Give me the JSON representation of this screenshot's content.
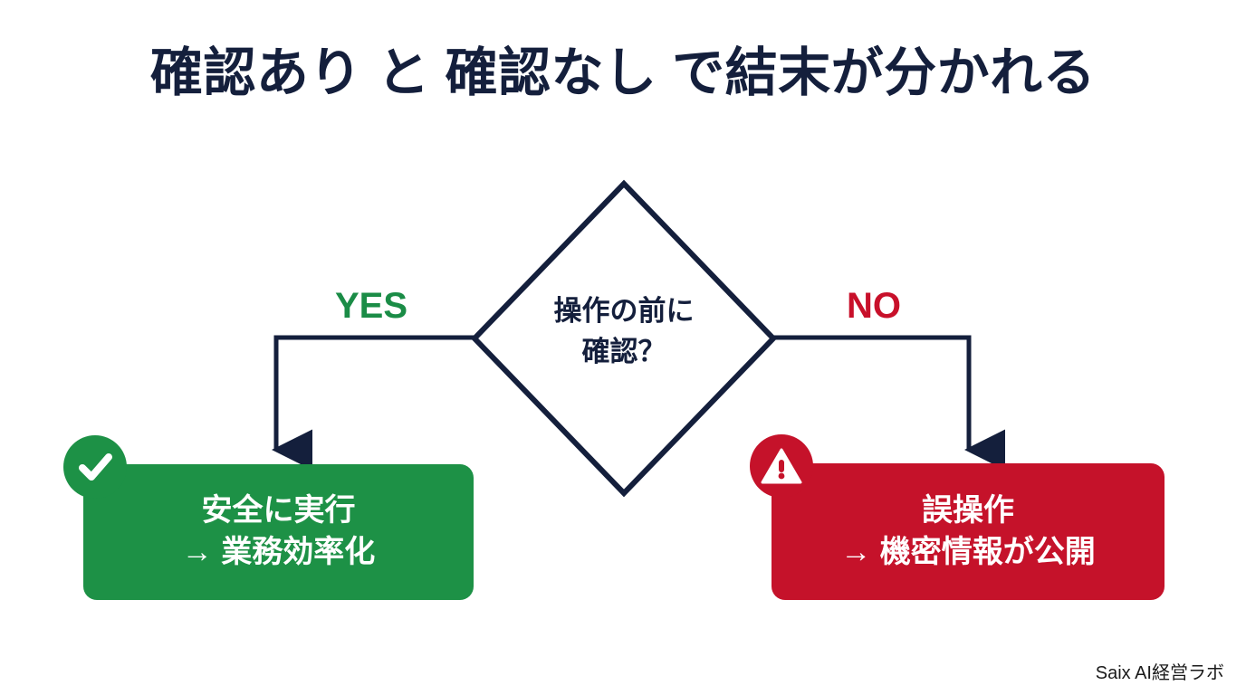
{
  "slide": {
    "title": "確認あり と 確認なし で結末が分かれる",
    "background_color": "#ffffff"
  },
  "flow": {
    "decision": {
      "shape": "diamond",
      "line_1": "操作の前に",
      "line_2": "確認？",
      "stroke_color": "#141f3c"
    },
    "branches": [
      {
        "label": "YES",
        "color": "#1a8c46",
        "side": "left"
      },
      {
        "label": "NO",
        "color": "#c8102a",
        "side": "right"
      }
    ],
    "outcomes": [
      {
        "id": "safe",
        "badge_icon": "check-icon",
        "line_1": "安全に実行",
        "line_2": "→ 業務効率化",
        "color": "#1d9146",
        "text_color": "#ffffff"
      },
      {
        "id": "risk",
        "badge_icon": "warning-triangle-icon",
        "line_1": "誤操作",
        "line_2": "→ 機密情報が公開",
        "color": "#c5122a",
        "text_color": "#ffffff"
      }
    ]
  },
  "footer": {
    "credit": "Saix AI経営ラボ"
  }
}
